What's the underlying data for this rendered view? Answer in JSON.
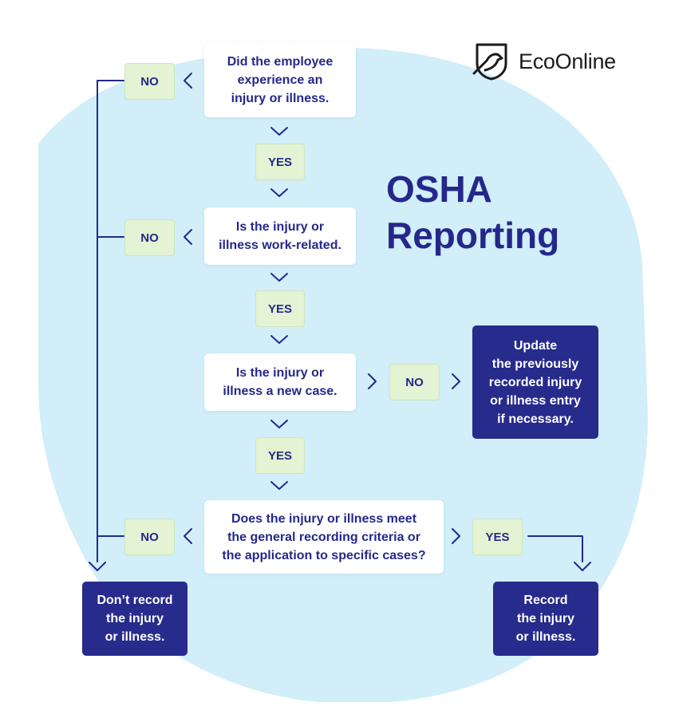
{
  "brand": {
    "name": "EcoOnline",
    "icon": "bird-shield-icon"
  },
  "title": {
    "line1": "OSHA",
    "line2": "Reporting"
  },
  "colors": {
    "navy": "#25288a",
    "chip": "#e3f3d3",
    "circle": "#d1eef9",
    "dark_box": "#272b8c"
  },
  "questions": [
    {
      "lines": [
        "Did the employee",
        "experience an",
        "injury or illness."
      ]
    },
    {
      "lines": [
        "Is the injury or",
        "illness work-related."
      ]
    },
    {
      "lines": [
        "Is the injury or",
        "illness a new case."
      ]
    },
    {
      "lines": [
        "Does the injury or illness meet",
        "the general recording criteria or",
        "the application to specific cases?"
      ]
    }
  ],
  "labels": {
    "yes": "YES",
    "no": "NO"
  },
  "outcomes": {
    "update": {
      "lines": [
        "Update",
        "the previously",
        "recorded injury",
        "or illness entry",
        "if necessary."
      ]
    },
    "dont_record": {
      "lines": [
        "Don’t record",
        "the injury",
        "or illness."
      ]
    },
    "record": {
      "lines": [
        "Record",
        "the injury",
        "or illness."
      ]
    }
  }
}
